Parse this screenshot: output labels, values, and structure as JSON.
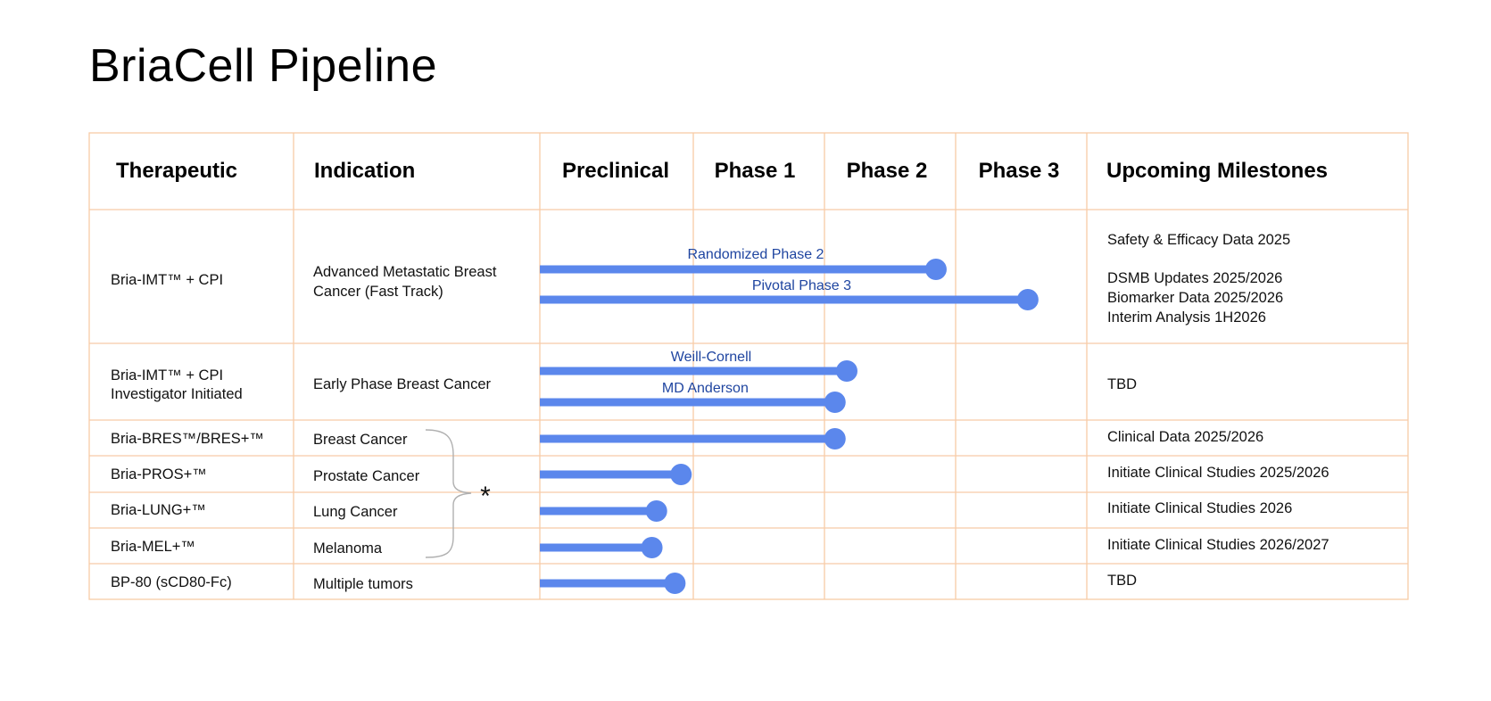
{
  "title": "BriaCell Pipeline",
  "headers": [
    "Therapeutic",
    "Indication",
    "Preclinical",
    "Phase 1",
    "Phase 2",
    "Phase 3",
    "Upcoming Milestones"
  ],
  "phase_stages": [
    "Preclinical",
    "Phase 1",
    "Phase 2",
    "Phase 3"
  ],
  "colors": {
    "bar": "#5b87ec",
    "bar_label": "#1f45a0",
    "grid": "#f8cba6",
    "bracket": "#b0b0b0"
  },
  "bracket_symbol": "*",
  "rows": [
    {
      "therapeutic": [
        "Bria-IMT™ + CPI"
      ],
      "indication": [
        "Advanced Metastatic Breast",
        "Cancer (Fast Track)"
      ],
      "bars": [
        {
          "label": "Randomized Phase 2",
          "progress": 2.85
        },
        {
          "label": "Pivotal Phase 3",
          "progress": 3.55
        }
      ],
      "milestones": [
        "Safety & Efficacy Data 2025",
        "",
        "DSMB Updates 2025/2026",
        "Biomarker Data 2025/2026",
        "Interim Analysis 1H2026"
      ]
    },
    {
      "therapeutic": [
        "Bria-IMT™ + CPI",
        "Investigator Initiated"
      ],
      "indication": [
        "Early Phase Breast Cancer"
      ],
      "bars": [
        {
          "label": "Weill-Cornell",
          "progress": 2.17
        },
        {
          "label": "MD Anderson",
          "progress": 2.08
        }
      ],
      "milestones": [
        "TBD"
      ]
    },
    {
      "therapeutic": [
        "Bria-BRES™/BRES+™"
      ],
      "indication": [
        "Breast Cancer"
      ],
      "bars": [
        {
          "label": "",
          "progress": 2.08
        }
      ],
      "milestones": [
        "Clinical Data 2025/2026"
      ]
    },
    {
      "therapeutic": [
        "Bria-PROS+™"
      ],
      "indication": [
        "Prostate Cancer"
      ],
      "bars": [
        {
          "label": "",
          "progress": 0.92
        }
      ],
      "milestones": [
        "Initiate Clinical Studies 2025/2026"
      ]
    },
    {
      "therapeutic": [
        "Bria-LUNG+™"
      ],
      "indication": [
        "Lung Cancer"
      ],
      "bars": [
        {
          "label": "",
          "progress": 0.76
        }
      ],
      "milestones": [
        "Initiate Clinical Studies 2026"
      ]
    },
    {
      "therapeutic": [
        "Bria-MEL+™"
      ],
      "indication": [
        "Melanoma"
      ],
      "bars": [
        {
          "label": "",
          "progress": 0.73
        }
      ],
      "milestones": [
        "Initiate Clinical Studies  2026/2027"
      ]
    },
    {
      "therapeutic": [
        "BP-80 (sCD80-Fc)"
      ],
      "indication": [
        "Multiple tumors"
      ],
      "bars": [
        {
          "label": "",
          "progress": 0.88
        }
      ],
      "milestones": [
        "TBD"
      ]
    }
  ]
}
